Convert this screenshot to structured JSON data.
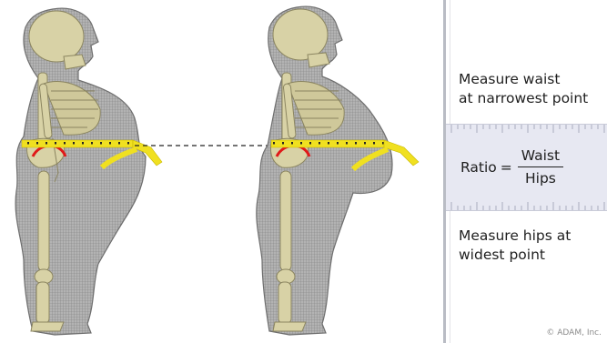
{
  "labels": {
    "measure_waist_line1": "Measure waist",
    "measure_waist_line2": "at narrowest point",
    "ratio": "Ratio",
    "equals": "=",
    "numerator": "Waist",
    "denominator": "Hips",
    "measure_hips_line1": "Measure hips at",
    "measure_hips_line2": "widest point",
    "copyright": "© ADAM, Inc."
  },
  "colors": {
    "background": "#ffffff",
    "body_fill": "#9a9a9a",
    "bone": "#d8d2a6",
    "tape_yellow": "#f0e020",
    "hip_arc_red": "#e01818",
    "ruler_band": "#e7e8f2",
    "panel_border": "#b9bcc4",
    "text": "#1f1f1f"
  },
  "icons": [
    "measuring-tape",
    "skeleton-figure"
  ]
}
